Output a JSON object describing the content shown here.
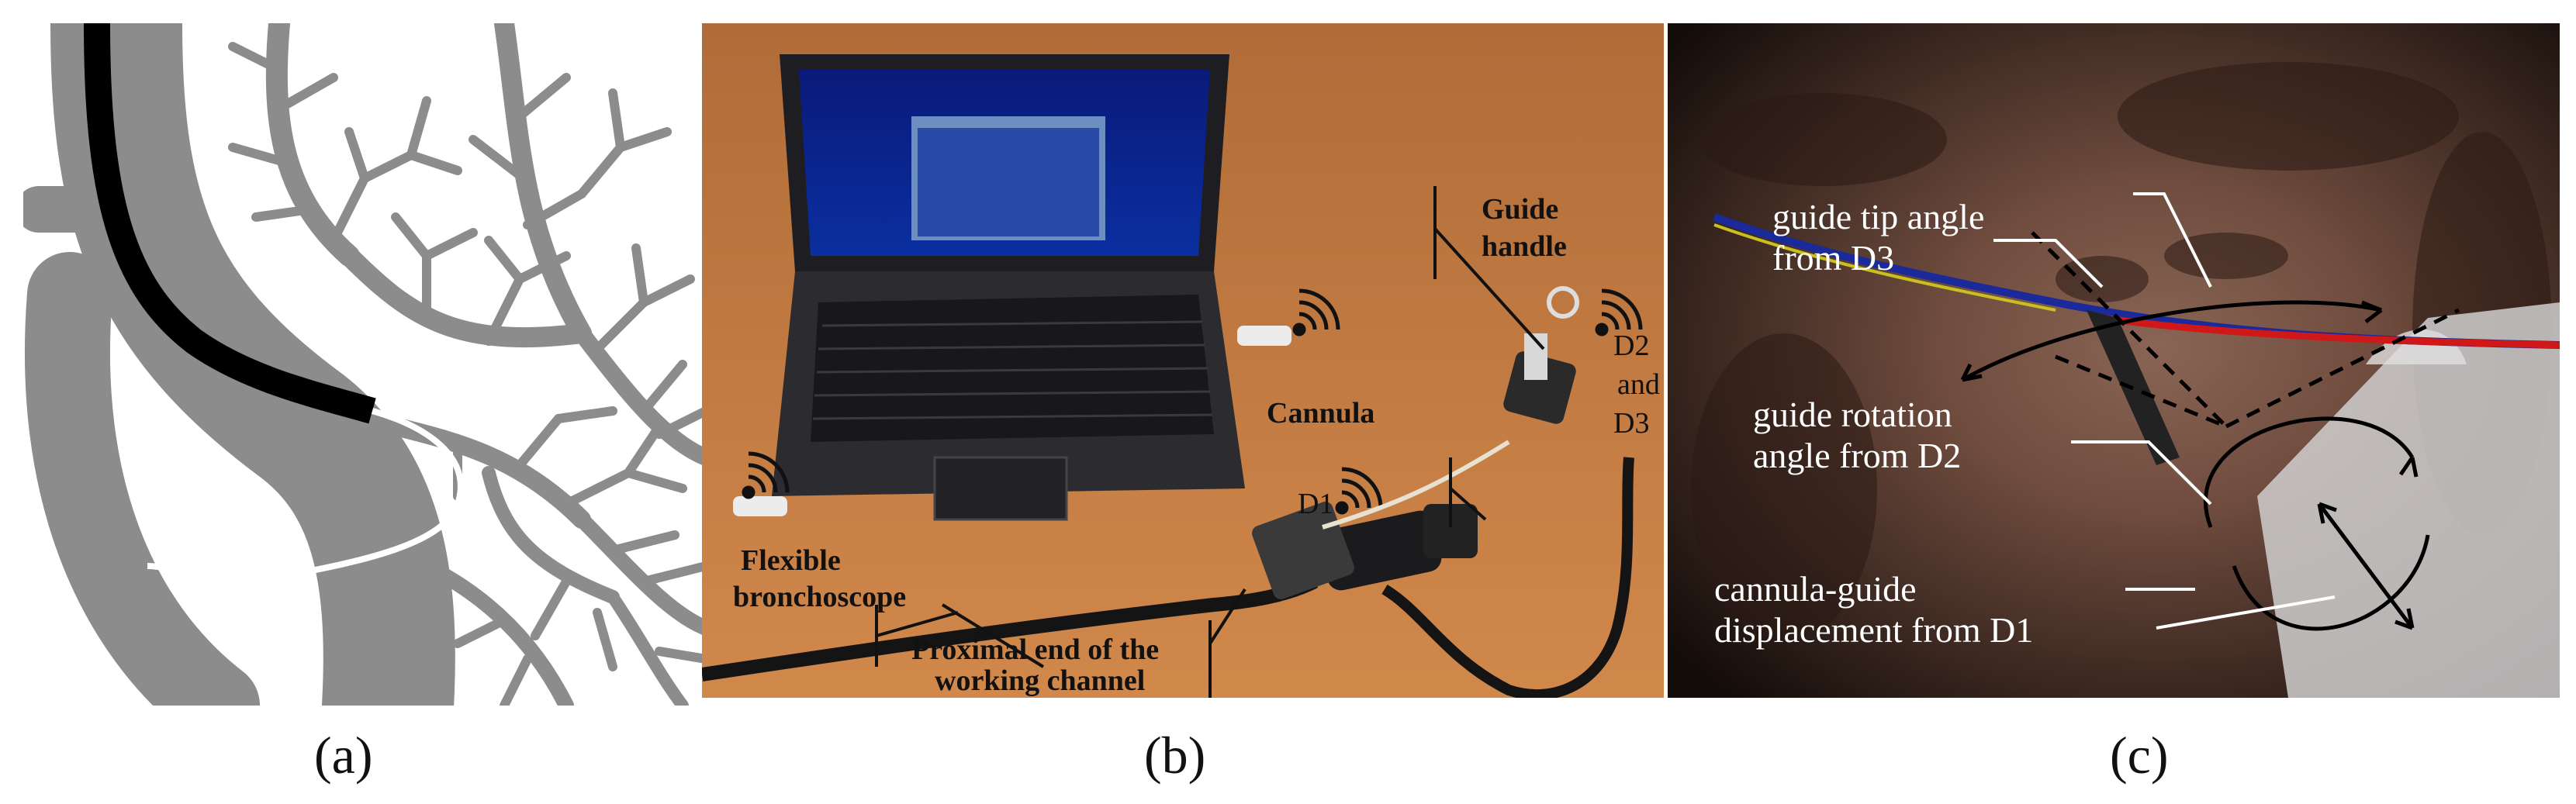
{
  "captions": {
    "a": "(a)",
    "b": "(b)",
    "c": "(c)"
  },
  "panel_b": {
    "guide_handle_1": "Guide",
    "guide_handle_2": "handle",
    "cannula": "Cannula",
    "d1": "D1",
    "d2": "D2",
    "and": "and",
    "d3": "D3",
    "flexible_1": "Flexible",
    "flexible_2": "bronchoscope",
    "proximal_1": "Proximal end of the",
    "proximal_2": "working channel"
  },
  "panel_c": {
    "tip_1": "guide tip angle",
    "tip_2": "from D3",
    "rot_1": "guide rotation",
    "rot_2": "angle from D2",
    "disp_1": "cannula-guide",
    "disp_2": "displacement from D1"
  },
  "colors": {
    "airway_gray": "#8c8c8c",
    "guide_blue": "#1a2a9a",
    "guide_yellow": "#c8c020",
    "guide_red": "#d01818",
    "table_wood": "#c3773f"
  }
}
